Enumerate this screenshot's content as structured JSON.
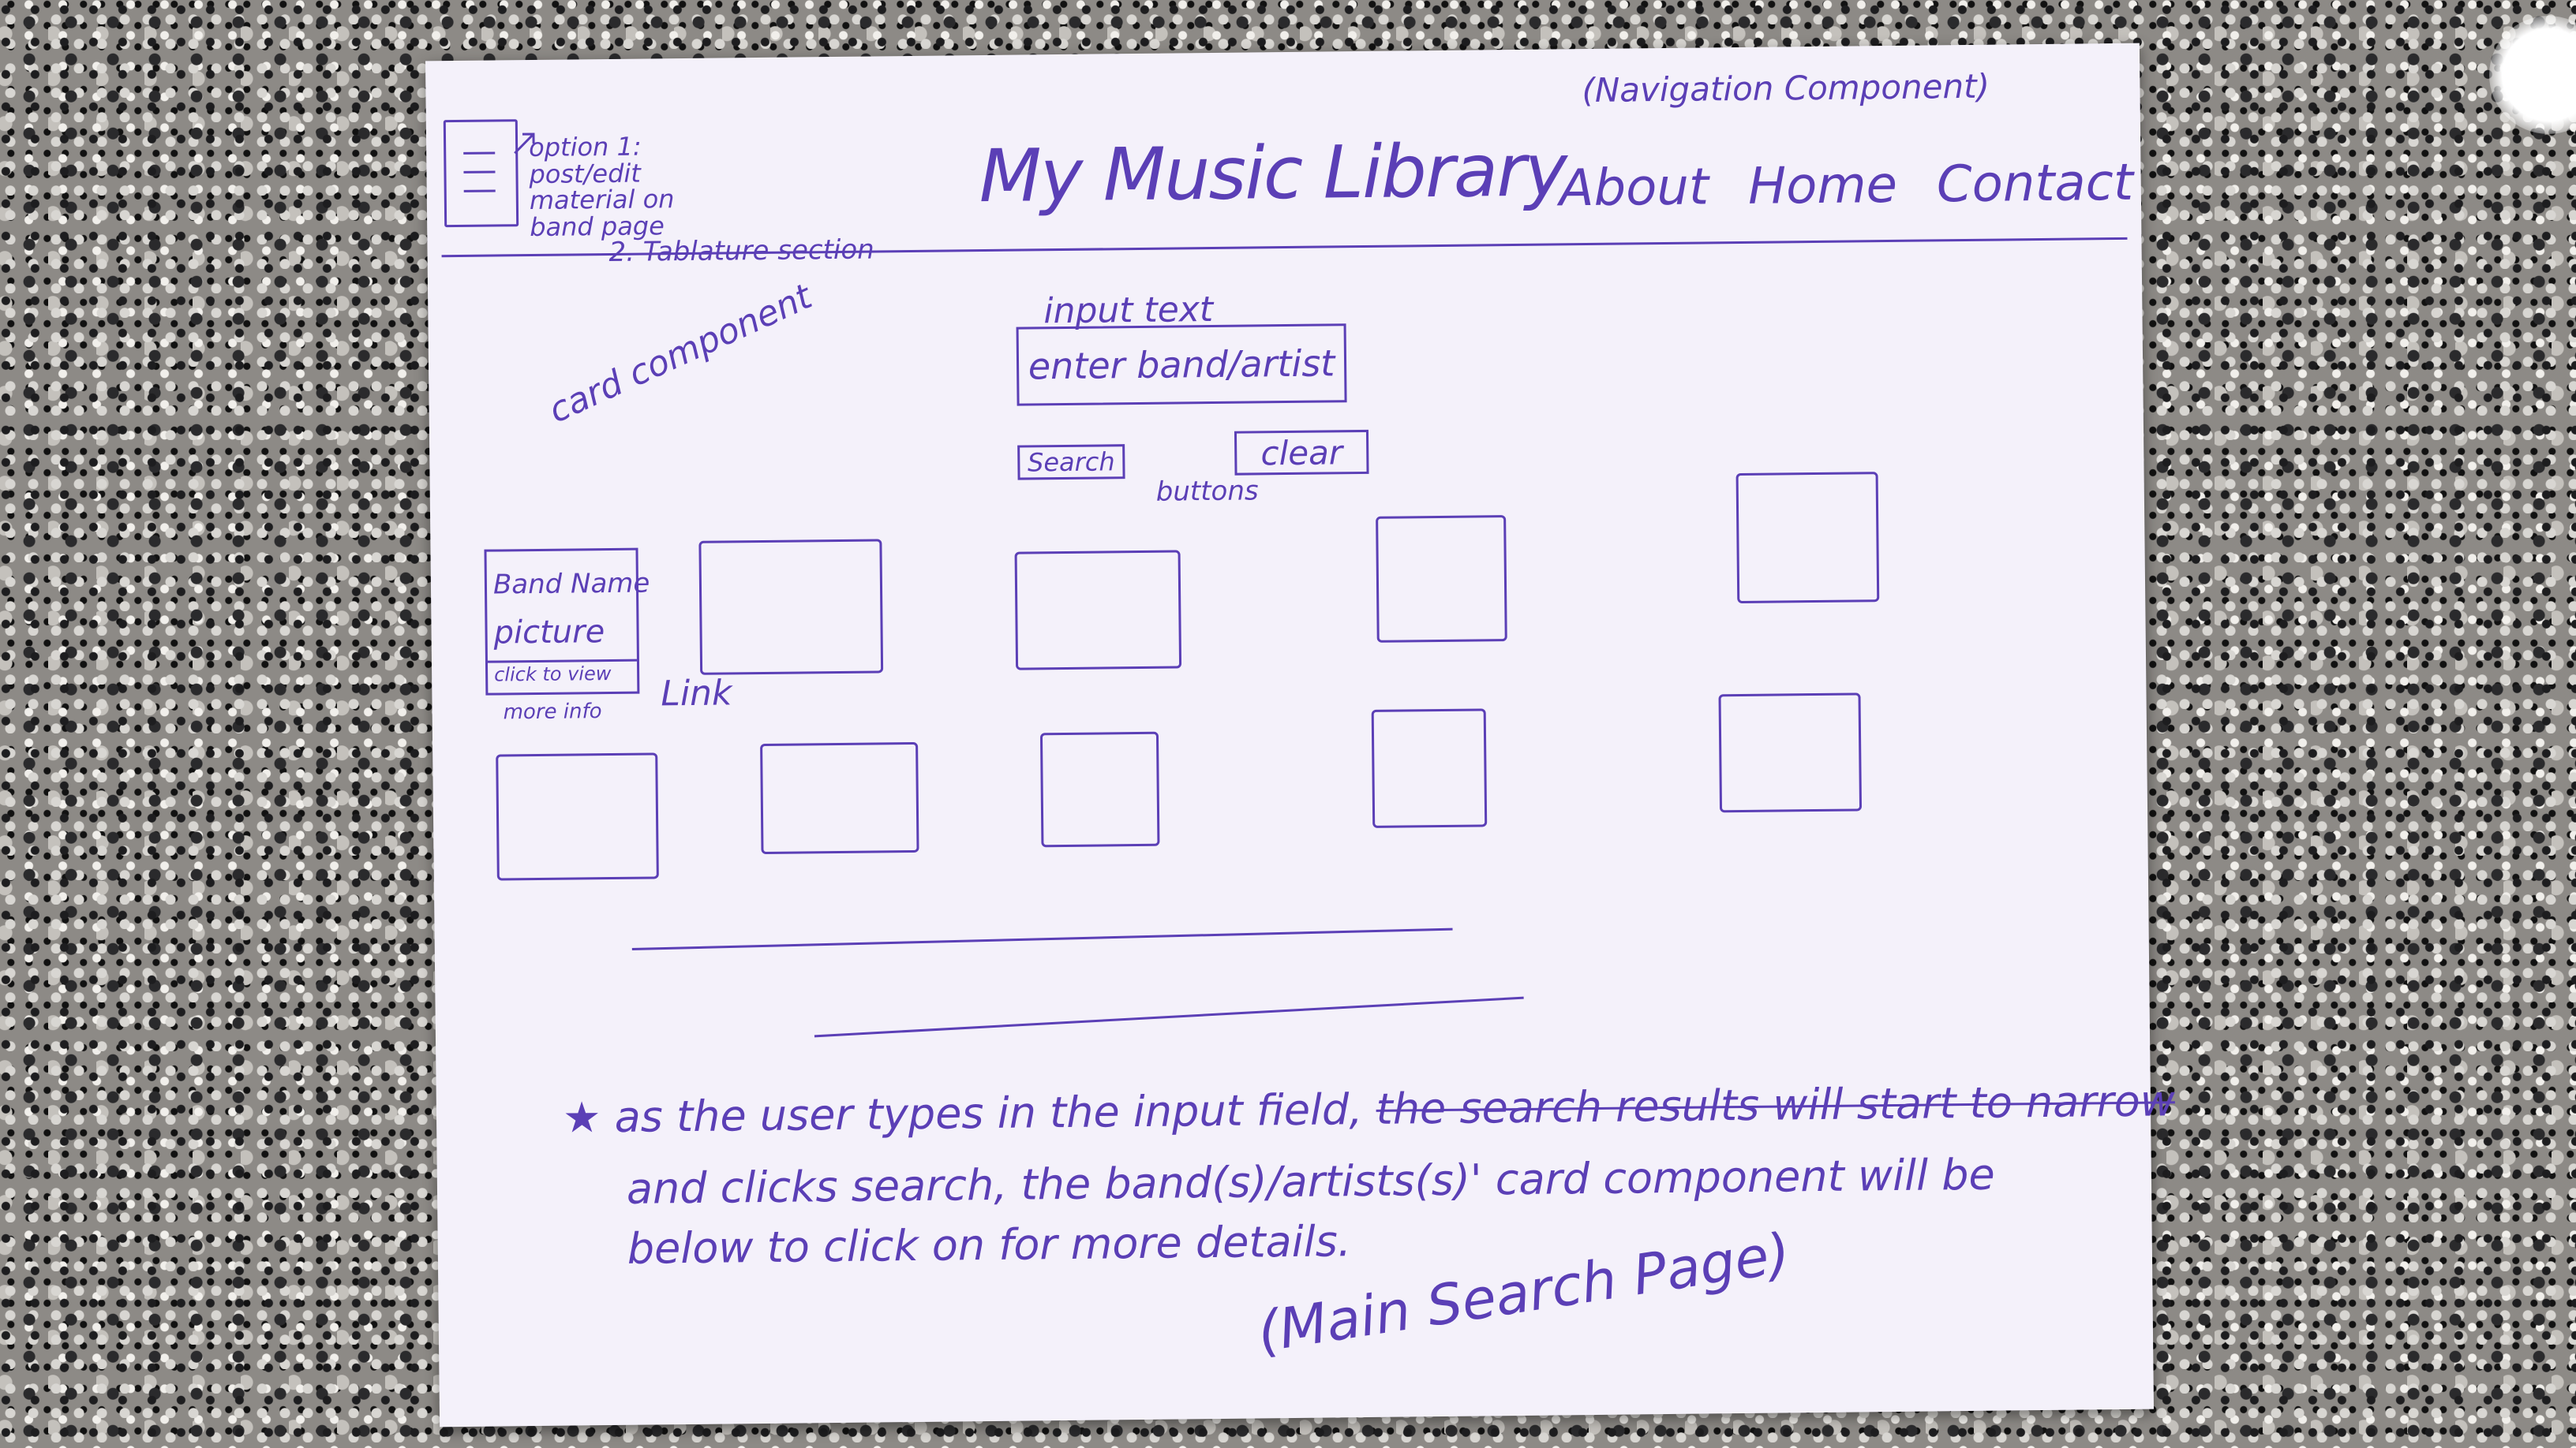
{
  "header": {
    "title": "My Music Library",
    "navigation_note": "(Navigation Component)",
    "nav_items": [
      "About",
      "Home",
      "Contact"
    ],
    "menu_notes": {
      "option1": "option 1: post/edit material on band page",
      "option2": "2. Tablature section"
    }
  },
  "search": {
    "label_note": "input text",
    "placeholder": "enter band/artist",
    "search_button": "Search",
    "clear_button": "clear",
    "buttons_note": "buttons"
  },
  "card": {
    "component_note": "card component",
    "band_name": "Band Name",
    "picture": "picture",
    "link_text": "click to view",
    "more_info": "more info",
    "link_note": "Link"
  },
  "footer": {
    "note_part1": "as the user types in the input field,",
    "note_struck": "the search results will start to narrow",
    "note_part2": "and clicks search, the band(s)/artists(s)' card component will be below to click on for more details.",
    "page_caption": "(Main Search Page)"
  },
  "colors": {
    "ink": "#5b3fb6",
    "paper": "#f4f1fa",
    "granite": "#8d8a86"
  }
}
